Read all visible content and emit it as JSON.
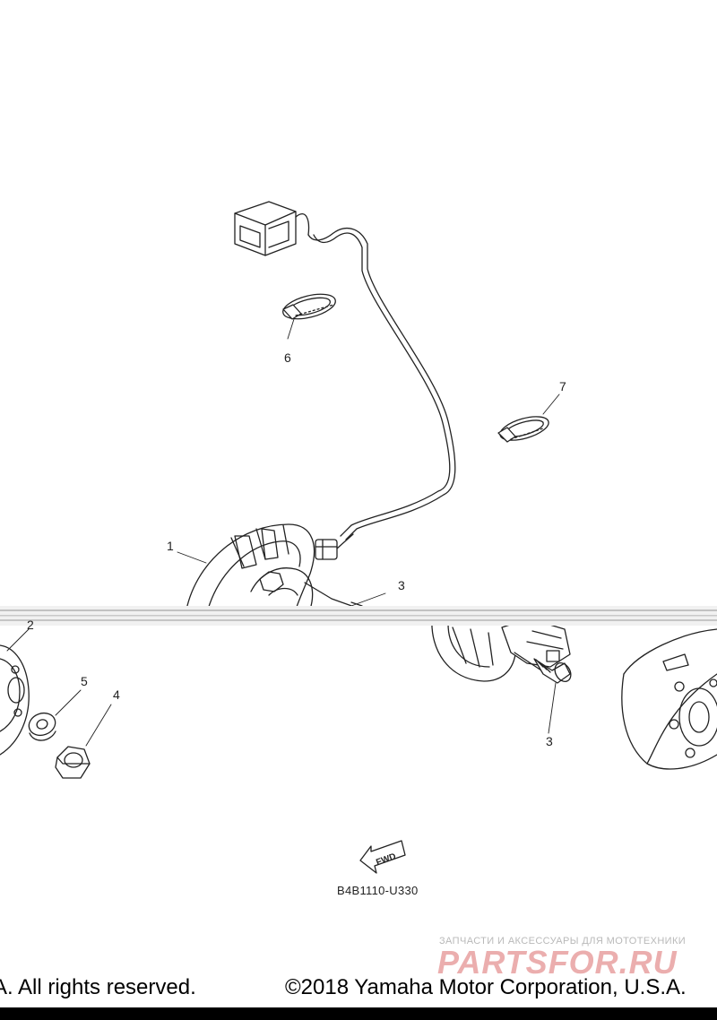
{
  "diagram": {
    "callouts": [
      "1",
      "2",
      "3",
      "3",
      "4",
      "5",
      "6",
      "7"
    ],
    "fwd_label": "FWD",
    "figure_code": "B4B1110-U330"
  },
  "watermark": {
    "tagline": "ЗАПЧАСТИ И АКСЕССУАРЫ ДЛЯ МОТОТЕХНИКИ",
    "brand_text": "PARTSFOR.RU",
    "brand_color": "#e8a0a0"
  },
  "footer": {
    "left_text": "A. All rights reserved.",
    "right_text": "©2018 Yamaha Motor Corporation, U.S.A."
  }
}
